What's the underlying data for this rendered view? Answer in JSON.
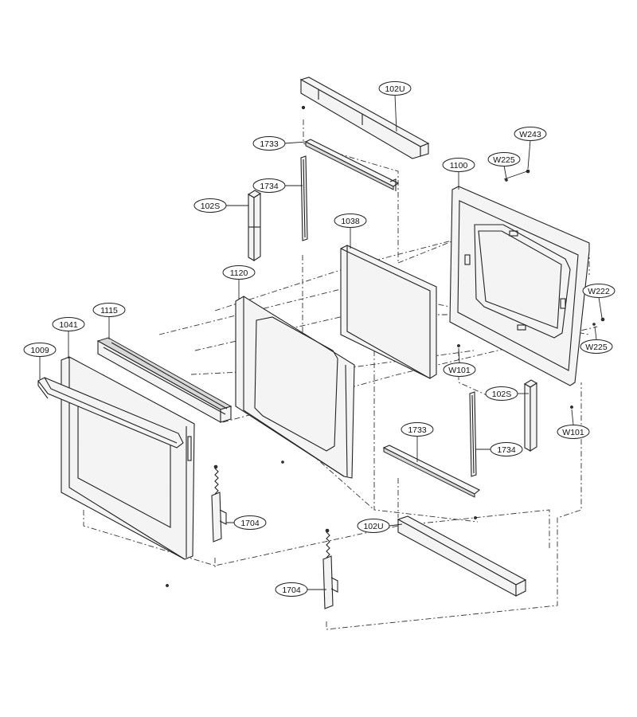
{
  "callouts": [
    {
      "id": "c-102u-top",
      "label": "102U"
    },
    {
      "id": "c-1733-top",
      "label": "1733"
    },
    {
      "id": "c-1734-top",
      "label": "1734"
    },
    {
      "id": "c-102s-left",
      "label": "102S"
    },
    {
      "id": "c-w243",
      "label": "W243"
    },
    {
      "id": "c-w225-top",
      "label": "W225"
    },
    {
      "id": "c-1100",
      "label": "1100"
    },
    {
      "id": "c-1038",
      "label": "1038"
    },
    {
      "id": "c-1120",
      "label": "1120"
    },
    {
      "id": "c-w222",
      "label": "W222"
    },
    {
      "id": "c-1115",
      "label": "1115"
    },
    {
      "id": "c-1041",
      "label": "1041"
    },
    {
      "id": "c-1009",
      "label": "1009"
    },
    {
      "id": "c-w225-bottom",
      "label": "W225"
    },
    {
      "id": "c-w101-mid",
      "label": "W101"
    },
    {
      "id": "c-102s-right",
      "label": "102S"
    },
    {
      "id": "c-w101-right",
      "label": "W101"
    },
    {
      "id": "c-1733-bottom",
      "label": "1733"
    },
    {
      "id": "c-1734-bottom",
      "label": "1734"
    },
    {
      "id": "c-1704-upper",
      "label": "1704"
    },
    {
      "id": "c-102u-bottom",
      "label": "102U"
    },
    {
      "id": "c-1704-lower",
      "label": "1704"
    }
  ]
}
